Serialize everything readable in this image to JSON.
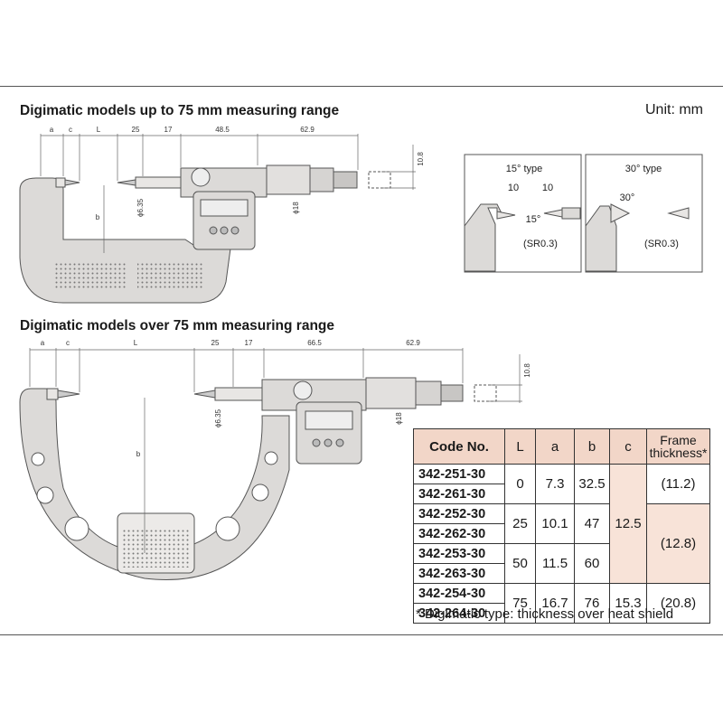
{
  "headings": {
    "upto75": "Digimatic models up to 75 mm measuring range",
    "over75": "Digimatic models over 75 mm measuring range",
    "unit": "Unit: mm"
  },
  "dims_top": {
    "a": "a",
    "c": "c",
    "L": "L",
    "d25": "25",
    "d17": "17",
    "d48": "48.5",
    "d62": "62.9",
    "d10_8": "10.8",
    "phi635": "ϕ6.35",
    "phi18": "ϕ18",
    "b": "b"
  },
  "dims_bottom": {
    "a": "a",
    "c": "c",
    "L": "L",
    "d25": "25",
    "d17": "17",
    "d66": "66.5",
    "d62": "62.9",
    "d10_8": "10.8",
    "phi635": "ϕ6.35",
    "phi18": "ϕ18",
    "b": "b"
  },
  "tips": {
    "type15": {
      "title": "15° type",
      "d1": "10",
      "d2": "10",
      "angle": "15°",
      "radius": "(SR0.3)"
    },
    "type30": {
      "title": "30° type",
      "angle": "30°",
      "radius": "(SR0.3)"
    }
  },
  "table": {
    "headers": {
      "code": "Code No.",
      "L": "L",
      "a": "a",
      "b": "b",
      "c": "c",
      "frame1": "Frame",
      "frame2": "thickness*"
    },
    "rows": [
      {
        "code": "342-251-30"
      },
      {
        "code": "342-261-30"
      },
      {
        "code": "342-252-30"
      },
      {
        "code": "342-262-30"
      },
      {
        "code": "342-253-30"
      },
      {
        "code": "342-263-30"
      },
      {
        "code": "342-254-30"
      },
      {
        "code": "342-264-30"
      }
    ],
    "groups": [
      {
        "L": "0",
        "a": "7.3",
        "b": "32.5"
      },
      {
        "L": "25",
        "a": "10.1",
        "b": "47"
      },
      {
        "L": "50",
        "a": "11.5",
        "b": "60"
      },
      {
        "L": "75",
        "a": "16.7",
        "b": "76"
      }
    ],
    "c_values": {
      "first": "12.5",
      "last": "15.3"
    },
    "frame_values": {
      "g1": "(11.2)",
      "g2": "(12.8)",
      "g3": "(20.8)"
    }
  },
  "footnote": "* Digimatic type: thickness over heat shield",
  "colors": {
    "frame_fill": "#dcdad8",
    "outline": "#555555",
    "header_bg": "#f2d6c8",
    "cell_bg": "#f8e3d8"
  }
}
